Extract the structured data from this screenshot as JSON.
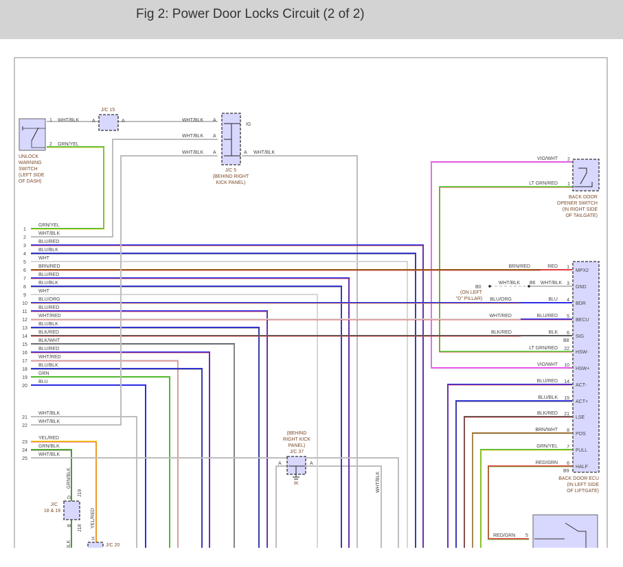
{
  "header": {
    "title": "Fig 2: Power Door Locks Circuit (2 of 2)"
  },
  "colors": {
    "BLU": "#2a2ae8",
    "RED": "#e23a3a",
    "BLK": "#555555",
    "WHT": "#d6d6d6",
    "BRN": "#8a5a10",
    "GRN": "#4db82a",
    "YEL": "#f2d21a",
    "ORG": "#f08a20",
    "VIO": "#e83ce8",
    "LT GRN": "#55dd44",
    "GRY": "#bdbdbd"
  },
  "unlock_switch": {
    "lines": [
      "UNLOCK",
      "WARNING",
      "SWITCH",
      "(LEFT SIDE",
      "OF DASH)"
    ],
    "pin1": "1",
    "pin1_wire": "WHT/BLK",
    "pin2": "2",
    "pin2_wire": "GRN/YEL"
  },
  "jc15": {
    "name": "J/C 15",
    "pin_left": "A",
    "pin_right": "A"
  },
  "jc5": {
    "lines": [
      "J/C 5",
      "(BEHIND RIGHT",
      "KICK PANEL)"
    ],
    "wires": [
      "WHT/BLK",
      "WHT/BLK",
      "WHT/BLK"
    ],
    "pin": "A",
    "ig": "IG",
    "out_wire": "WHT/BLK"
  },
  "left_connector": {
    "pins": [
      {
        "num": "1",
        "wire": "GRN/YEL"
      },
      {
        "num": "2",
        "wire": "WHT/BLK"
      },
      {
        "num": "3",
        "wire": "BLU/RED"
      },
      {
        "num": "4",
        "wire": "BLU/BLK"
      },
      {
        "num": "5",
        "wire": "WHT"
      },
      {
        "num": "6",
        "wire": "BRN/RED"
      },
      {
        "num": "7",
        "wire": "BLU/RED"
      },
      {
        "num": "8",
        "wire": "BLU/BLK"
      },
      {
        "num": "9",
        "wire": "WHT"
      },
      {
        "num": "10",
        "wire": "BLU/ORG"
      },
      {
        "num": "11",
        "wire": "BLU/RED"
      },
      {
        "num": "12",
        "wire": "WHT/RED"
      },
      {
        "num": "13",
        "wire": "BLU/BLK"
      },
      {
        "num": "14",
        "wire": "BLK/RED"
      },
      {
        "num": "15",
        "wire": "BLK/WHT"
      },
      {
        "num": "16",
        "wire": "BLU/RED"
      },
      {
        "num": "17",
        "wire": "WHT/RED"
      },
      {
        "num": "18",
        "wire": "BLU/BLK"
      },
      {
        "num": "19",
        "wire": "GRN"
      },
      {
        "num": "20",
        "wire": "BLU"
      },
      {
        "num": "21",
        "wire": "WHT/BLK"
      },
      {
        "num": "22",
        "wire": "WHT/BLK"
      },
      {
        "num": "23",
        "wire": "YEL/RED"
      },
      {
        "num": "24",
        "wire": "GRN/BLK"
      },
      {
        "num": "25",
        "wire": "WHT/BLK"
      }
    ]
  },
  "back_door_switch": {
    "lines": [
      "BACK DOOR",
      "OPENER SWITCH",
      "(IN RIGHT SIDE",
      "OF TAILGATE)"
    ],
    "pins": [
      {
        "num": "2",
        "wire": "VIO/WHT"
      },
      {
        "num": "1",
        "wire": "LT GRN/RED"
      }
    ]
  },
  "ecu": {
    "lines": [
      "BACK DOOR ECU",
      "(IN LEFT SIDE",
      "OF LIFTGATE)"
    ],
    "code_top": "B8",
    "code_bottom": "B9",
    "pins": [
      {
        "name": "MPX2",
        "num": "1",
        "wire": "RED",
        "harness_wire": "BRN/RED"
      },
      {
        "name": "GND",
        "num": "3",
        "wire": "WHT/BLK",
        "harness_wire": "WHT/BLK"
      },
      {
        "name": "BDR",
        "num": "4",
        "wire": "BLU",
        "harness_wire": "BLU/ORG"
      },
      {
        "name": "BECU",
        "num": "5",
        "wire": "BLU/RED",
        "harness_wire": "WHT/RED"
      },
      {
        "name": "SIG",
        "num": "6",
        "wire": "BLK",
        "harness_wire": "BLK/RED"
      },
      {
        "name": "HSW-",
        "num": "22",
        "wire": "LT GRN/RED"
      },
      {
        "name": "HSW+",
        "num": "10",
        "wire": "VIO/WHT"
      },
      {
        "name": "ACT-",
        "num": "14",
        "wire": "BLU/RED"
      },
      {
        "name": "ACT+",
        "num": "15",
        "wire": "BLU/BLK"
      },
      {
        "name": "LSE",
        "num": "21",
        "wire": "BLK/RED"
      },
      {
        "name": "POS",
        "num": "8",
        "wire": "BRN/WHT"
      },
      {
        "name": "FULL",
        "num": "7",
        "wire": "GRN/YEL"
      },
      {
        "name": "HALF",
        "num": "6",
        "wire": "RED/GRN"
      }
    ]
  },
  "ground": {
    "b6": "B6",
    "b0": "B0",
    "location": [
      "(ON LEFT",
      "\"D\" PILLAR)"
    ]
  },
  "jc37": {
    "lines": [
      "(BEHIND",
      "RIGHT KICK",
      "PANEL)",
      "J/C 37"
    ],
    "pin": "A",
    "ik": "IK",
    "out_wire": "WHT/BLK"
  },
  "jc1819": {
    "lines": [
      "J/C",
      "18 & 19"
    ],
    "pin_top": "D",
    "pin_bottom": "B",
    "code_top": "J19",
    "code_bottom": "J18",
    "wire_top": "GRN/BLK",
    "wire_bottom": "BLK"
  },
  "jc20": {
    "name": "J/C 20",
    "pin": "H",
    "wire": "YEL/RED"
  },
  "bottom_switch": {
    "pin": "5",
    "wire": "RED/GRN"
  }
}
